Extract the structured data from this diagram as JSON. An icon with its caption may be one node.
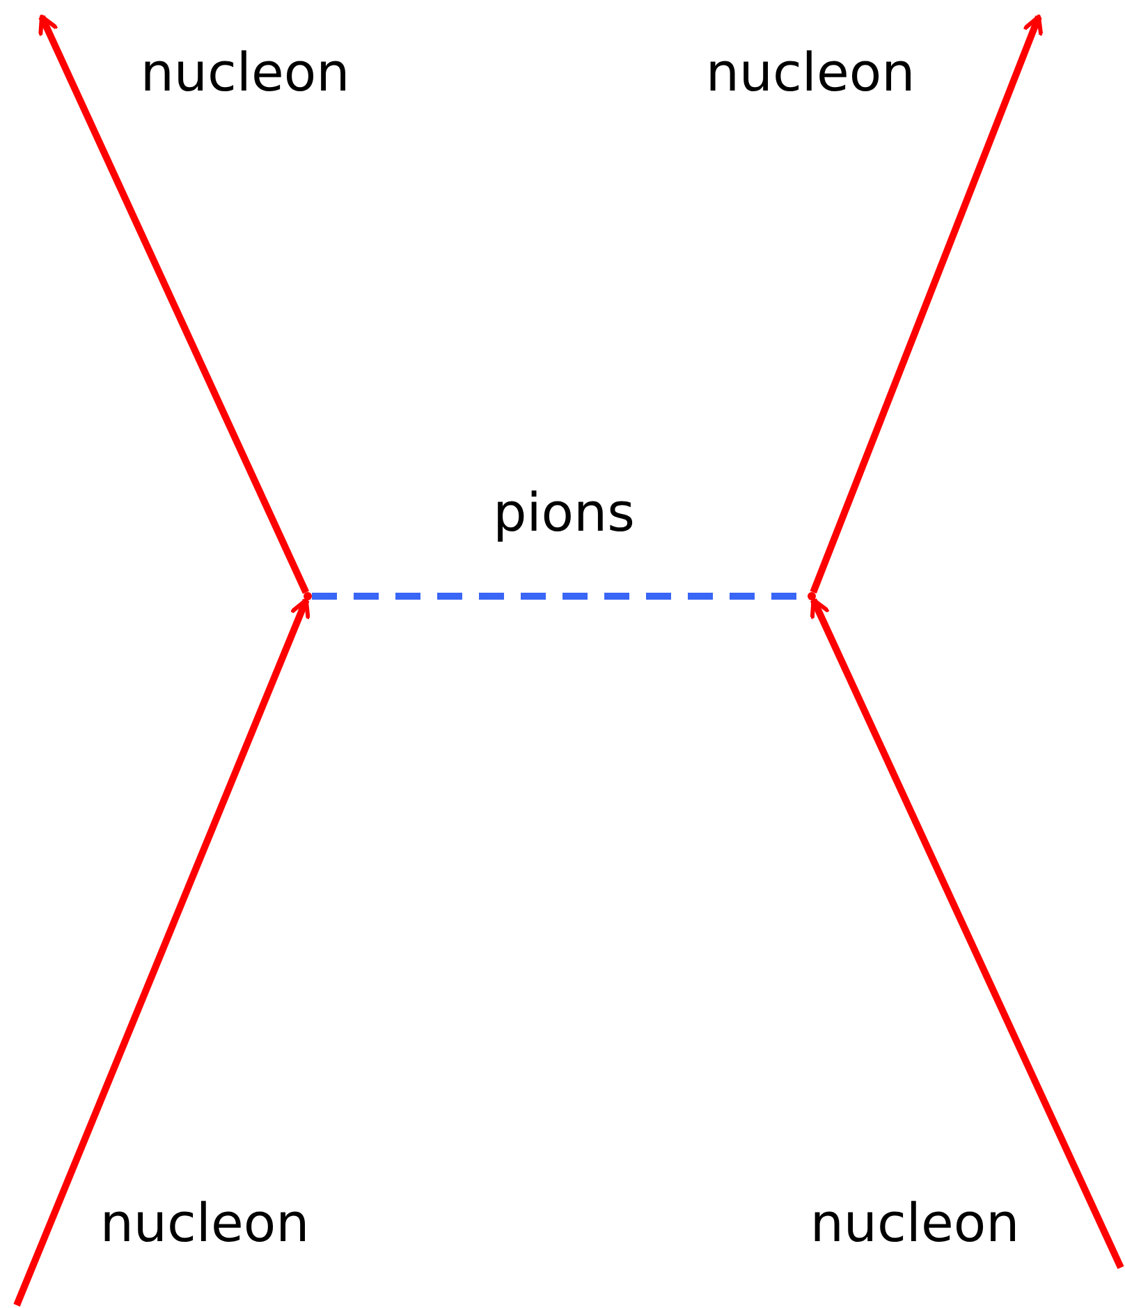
{
  "diagram": {
    "nodes": [
      {
        "text": [],
        "shape": "vertex"
      },
      {
        "text": [],
        "shape": "vertex"
      }
    ],
    "edges": [
      {
        "from": null,
        "to": 0,
        "arrow": "to"
      },
      {
        "from": 0,
        "to": null,
        "arrow": "to"
      },
      {
        "from": null,
        "to": 1,
        "arrow": "to"
      },
      {
        "from": 1,
        "to": null,
        "arrow": "to"
      },
      {
        "from": 0,
        "to": 1,
        "arrow": "none",
        "style": "dashed",
        "color": "#3a66f5",
        "label": "pions"
      }
    ],
    "labels": [
      "nucleon",
      "nucleon",
      "nucleon",
      "nucleon"
    ]
  }
}
